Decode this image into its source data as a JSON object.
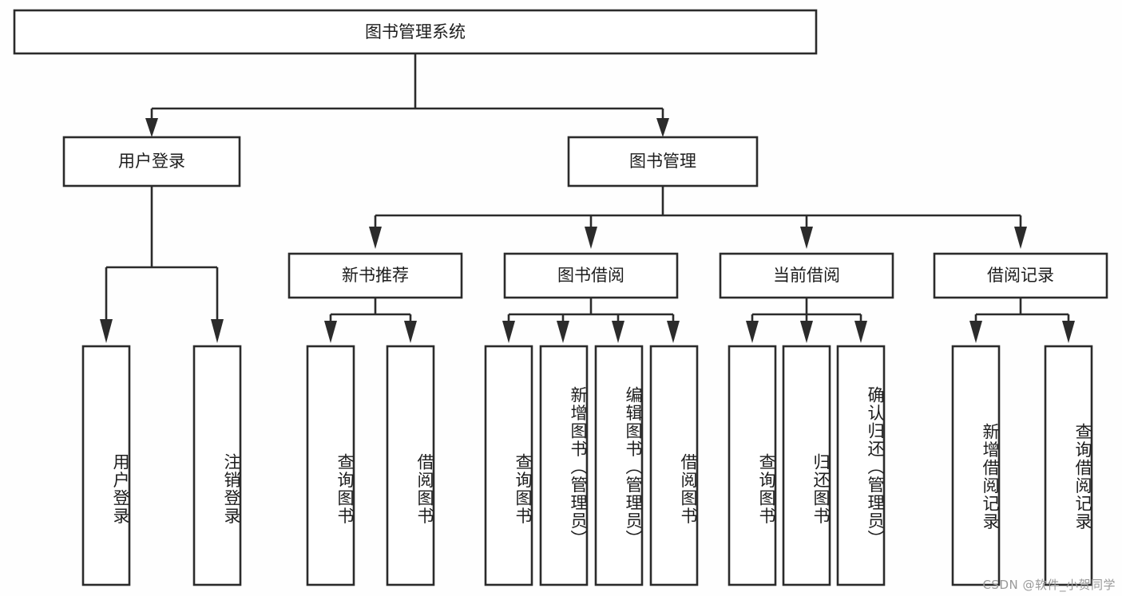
{
  "diagram": {
    "title": "图书管理系统",
    "type": "hierarchy-tree",
    "watermark": "CSDN @软件_小贺同学",
    "colors": {
      "background": "#fefefe",
      "box_fill": "#ffffff",
      "box_stroke": "#2b2b2b",
      "text": "#1d1d1d",
      "watermark": "#9a9a9a"
    },
    "levels": 4
  },
  "nodes": {
    "root": {
      "label": "图书管理系统"
    },
    "level2": [
      {
        "id": "user-login",
        "label": "用户登录"
      },
      {
        "id": "book-manage",
        "label": "图书管理"
      }
    ],
    "level3": [
      {
        "id": "new-book-recommend",
        "label": "新书推荐"
      },
      {
        "id": "book-borrow",
        "label": "图书借阅"
      },
      {
        "id": "current-borrow",
        "label": "当前借阅"
      },
      {
        "id": "borrow-record",
        "label": "借阅记录"
      }
    ],
    "leaves": {
      "user-login": [
        {
          "id": "leaf-user-login",
          "label": "用户登录"
        },
        {
          "id": "leaf-logout-login",
          "label": "注销登录"
        }
      ],
      "new-book-recommend": [
        {
          "id": "leaf-query-book-1",
          "label": "查询图书"
        },
        {
          "id": "leaf-borrow-book-1",
          "label": "借阅图书"
        }
      ],
      "book-borrow": [
        {
          "id": "leaf-query-book-2",
          "label": "查询图书"
        },
        {
          "id": "leaf-add-book",
          "label": "新增图书（管理员）"
        },
        {
          "id": "leaf-edit-book",
          "label": "编辑图书（管理员）"
        },
        {
          "id": "leaf-borrow-book-2",
          "label": "借阅图书"
        }
      ],
      "current-borrow": [
        {
          "id": "leaf-query-book-3",
          "label": "查询图书"
        },
        {
          "id": "leaf-return-book",
          "label": "归还图书"
        },
        {
          "id": "leaf-confirm-return",
          "label": "确认归还（管理员）"
        }
      ],
      "borrow-record": [
        {
          "id": "leaf-add-record",
          "label": "新增借阅记录"
        },
        {
          "id": "leaf-query-record",
          "label": "查询借阅记录"
        }
      ]
    }
  },
  "edges": [
    {
      "from": "图书管理系统",
      "to": "用户登录"
    },
    {
      "from": "图书管理系统",
      "to": "图书管理"
    },
    {
      "from": "用户登录",
      "to": "用户登录"
    },
    {
      "from": "用户登录",
      "to": "注销登录"
    },
    {
      "from": "图书管理",
      "to": "新书推荐"
    },
    {
      "from": "图书管理",
      "to": "图书借阅"
    },
    {
      "from": "图书管理",
      "to": "当前借阅"
    },
    {
      "from": "图书管理",
      "to": "借阅记录"
    },
    {
      "from": "新书推荐",
      "to": "查询图书"
    },
    {
      "from": "新书推荐",
      "to": "借阅图书"
    },
    {
      "from": "图书借阅",
      "to": "查询图书"
    },
    {
      "from": "图书借阅",
      "to": "新增图书（管理员）"
    },
    {
      "from": "图书借阅",
      "to": "编辑图书（管理员）"
    },
    {
      "from": "图书借阅",
      "to": "借阅图书"
    },
    {
      "from": "当前借阅",
      "to": "查询图书"
    },
    {
      "from": "当前借阅",
      "to": "归还图书"
    },
    {
      "from": "当前借阅",
      "to": "确认归还（管理员）"
    },
    {
      "from": "借阅记录",
      "to": "新增借阅记录"
    },
    {
      "from": "借阅记录",
      "to": "查询借阅记录"
    }
  ]
}
